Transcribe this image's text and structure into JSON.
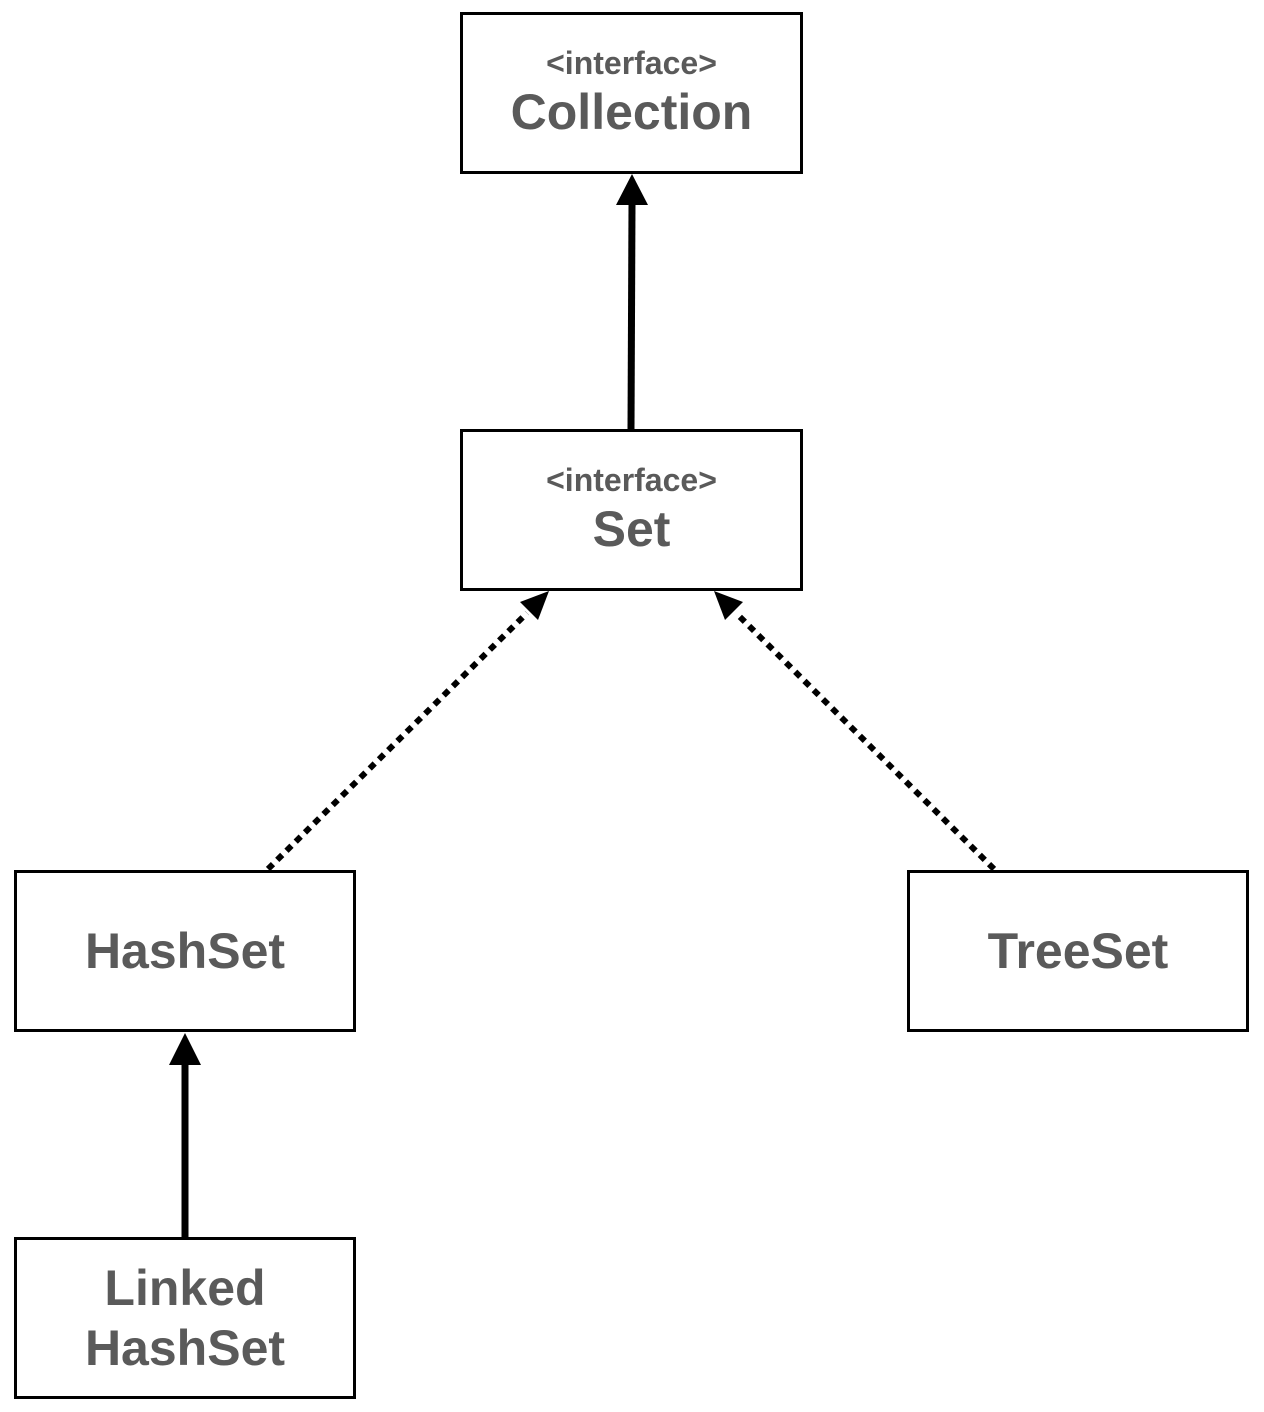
{
  "nodes": {
    "collection": {
      "stereotype": "<interface>",
      "name": "Collection"
    },
    "set": {
      "stereotype": "<interface>",
      "name": "Set"
    },
    "hashset": {
      "name": "HashSet"
    },
    "treeset": {
      "name": "TreeSet"
    },
    "linked_hashset": {
      "name_line1": "Linked",
      "name_line2": "HashSet"
    }
  },
  "edges": [
    {
      "from": "Set",
      "to": "Collection",
      "style": "solid",
      "relation": "extends"
    },
    {
      "from": "HashSet",
      "to": "Set",
      "style": "dotted",
      "relation": "implements"
    },
    {
      "from": "TreeSet",
      "to": "Set",
      "style": "dotted",
      "relation": "implements"
    },
    {
      "from": "Linked HashSet",
      "to": "HashSet",
      "style": "solid",
      "relation": "extends"
    }
  ],
  "colors": {
    "text": "#5a5a5a",
    "border": "#000000",
    "arrow": "#000000",
    "background": "#ffffff"
  }
}
